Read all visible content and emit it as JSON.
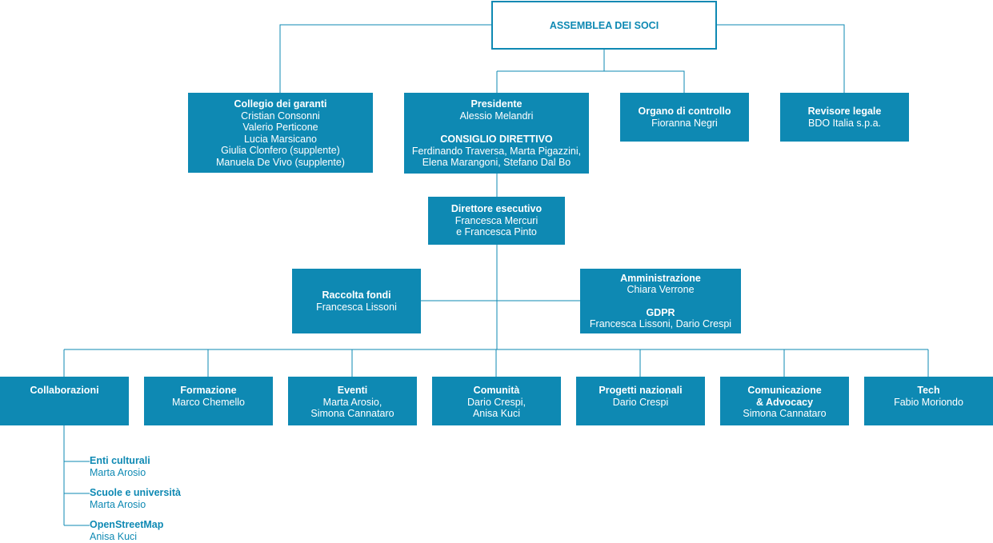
{
  "root": "ASSEMBLEA DEI SOCI",
  "collegio": {
    "title": "Collegio dei garanti",
    "members": [
      "Cristian Consonni",
      "Valerio Perticone",
      "Lucia Marsicano",
      "Giulia Clonfero (supplente)",
      "Manuela De Vivo (supplente)"
    ]
  },
  "presidente": {
    "title": "Presidente",
    "name": "Alessio Melandri",
    "cd_title": "CONSIGLIO DIRETTIVO",
    "cd_members": [
      "Ferdinando Traversa, Marta Pigazzini,",
      "Elena Marangoni, Stefano Dal Bo"
    ]
  },
  "organo": {
    "title": "Organo di controllo",
    "name": "Fioranna Negri"
  },
  "revisore": {
    "title": "Revisore legale",
    "name": "BDO Italia s.p.a."
  },
  "direttore": {
    "title": "Direttore esecutivo",
    "names": [
      "Francesca Mercuri",
      "e Francesca Pinto"
    ]
  },
  "raccolta": {
    "title": "Raccolta fondi",
    "name": "Francesca Lissoni"
  },
  "amministrazione": {
    "title": "Amministrazione",
    "name": "Chiara Verrone",
    "gdpr_title": "GDPR",
    "gdpr_names": "Francesca Lissoni, Dario Crespi"
  },
  "areas": [
    {
      "title": "Collaborazioni",
      "names": []
    },
    {
      "title": "Formazione",
      "names": [
        "Marco Chemello"
      ]
    },
    {
      "title": "Eventi",
      "names": [
        "Marta Arosio,",
        "Simona Cannataro"
      ]
    },
    {
      "title": "Comunità",
      "names": [
        "Dario Crespi,",
        "Anisa Kuci"
      ]
    },
    {
      "title": "Progetti nazionali",
      "names": [
        "Dario Crespi"
      ]
    },
    {
      "title": "Comunicazione",
      "title2": "& Advocacy",
      "names": [
        "Simona Cannataro"
      ]
    },
    {
      "title": "Tech",
      "names": [
        "Fabio Moriondo"
      ]
    }
  ],
  "collaborazioni_sub": [
    {
      "title": "Enti culturali",
      "name": "Marta Arosio"
    },
    {
      "title": "Scuole e università",
      "name": "Marta Arosio"
    },
    {
      "title": "OpenStreetMap",
      "name": "Anisa Kuci"
    }
  ],
  "colors": {
    "box": "#0e89b3",
    "line": "#0e89b3"
  }
}
